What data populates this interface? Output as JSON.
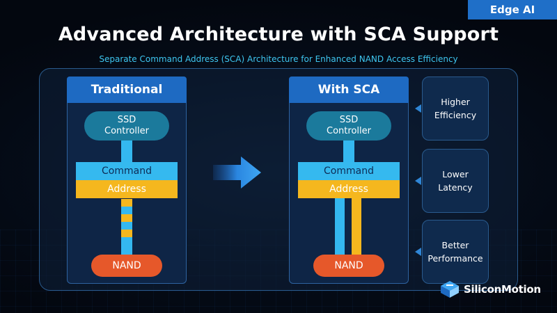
{
  "tag": "Edge AI",
  "title": "Advanced Architecture with SCA Support",
  "subtitle": "Separate Command Address (SCA) Architecture for Enhanced NAND Access Efficiency",
  "traditional": {
    "header": "Traditional",
    "controller_line1": "SSD",
    "controller_line2": "Controller",
    "command": "Command",
    "address": "Address",
    "nand": "NAND"
  },
  "sca": {
    "header": "With SCA",
    "controller_line1": "SSD",
    "controller_line2": "Controller",
    "command": "Command",
    "address": "Address",
    "nand": "NAND"
  },
  "benefits": [
    {
      "line1": "Higher",
      "line2": "Efficiency"
    },
    {
      "line1": "Lower",
      "line2": "Latency"
    },
    {
      "line1": "Better",
      "line2": "Performance"
    }
  ],
  "logo": "SiliconMotion",
  "colors": {
    "header_blue": "#1e6ac2",
    "command_cyan": "#35b9ef",
    "address_yellow": "#f5b71e",
    "nand_orange": "#e6582a",
    "accent_text": "#3ec6f0"
  },
  "icons": {
    "arrow": "right-arrow-icon",
    "pointer": "triangle-pointer-icon",
    "logo": "siliconmotion-logo-icon"
  }
}
